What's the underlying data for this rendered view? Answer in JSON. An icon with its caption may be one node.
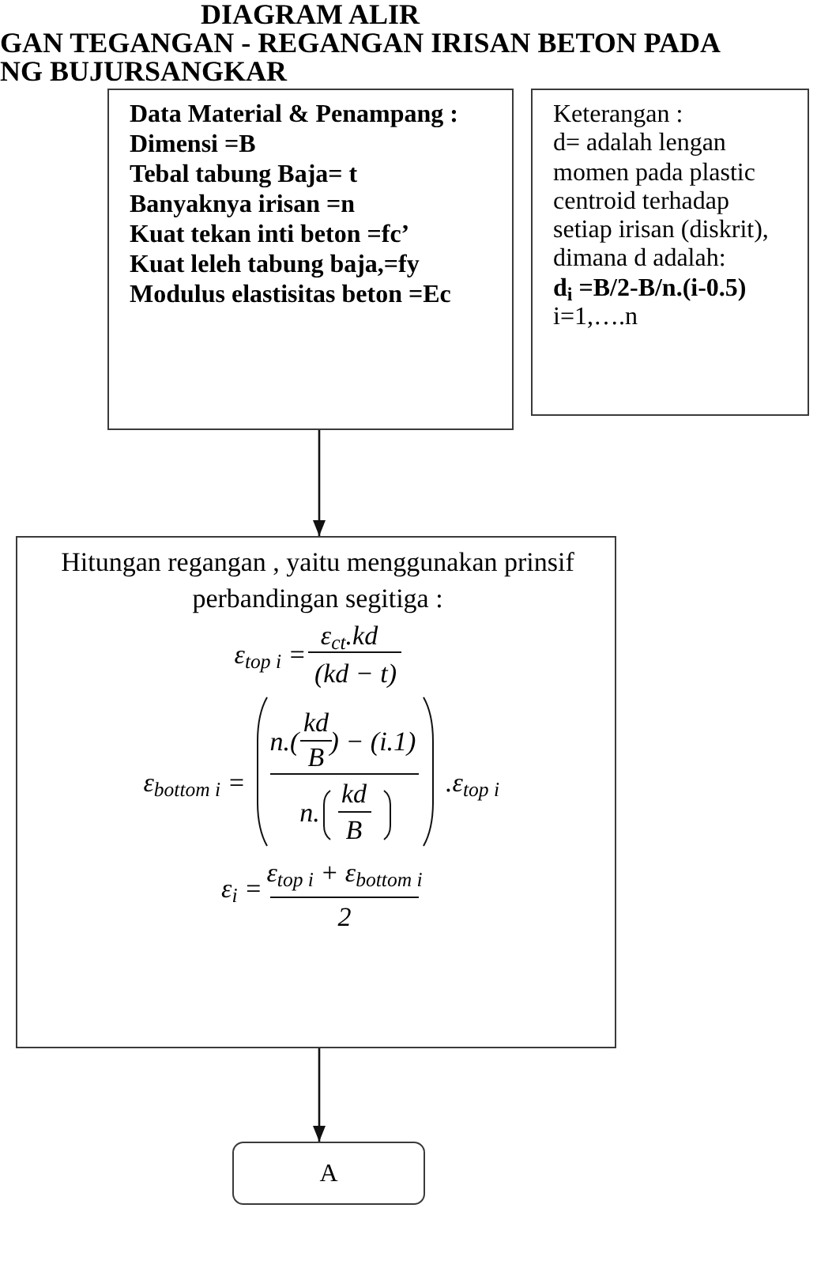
{
  "diagram": {
    "title": "DIAGRAM ALIR",
    "nodes": [
      {
        "text": [
          "Data Material & Penampang :",
          "Dimensi =B",
          "Tebal tabung Baja= t",
          "Banyaknya irisan =n",
          "Kuat tekan inti beton =fc’",
          "Kuat leleh tabung baja,=fy",
          "Modulus elastisitas beton =Ec"
        ]
      },
      {
        "text": [
          "Keterangan :",
          "d= adalah lengan momen pada plastic centroid terhadap setiap irisan (diskrit), dimana d adalah:",
          "d$_{i}$ =B/2-B/n.(i-0.5)",
          "i=1,….n"
        ]
      },
      {
        "text": [
          "Hitungan regangan , yaitu menggunakan prinsif perbandingan segitiga :",
          "ε$_{top i}$ =",
          "ε$_{ct}$.kd",
          "(kd − t)",
          "ε$_{bottom i}$ =",
          "n.(",
          "kd",
          "B",
          ") − (i.1)",
          "n.",
          "kd",
          "B",
          ".ε$_{top i}$",
          "ε$_{i}$ =",
          "ε$_{top i}$ + ε$_{bottom i}$",
          "2"
        ]
      },
      {
        "text": [
          "A"
        ]
      }
    ],
    "edges": [
      {
        "from": 0,
        "to": 2,
        "arrow": "to"
      },
      {
        "from": 2,
        "to": 3,
        "arrow": "to"
      }
    ],
    "labels": [
      "GAN TEGANGAN - REGANGAN IRISAN BETON PADA",
      "NG BUJURSANGKAR"
    ]
  }
}
